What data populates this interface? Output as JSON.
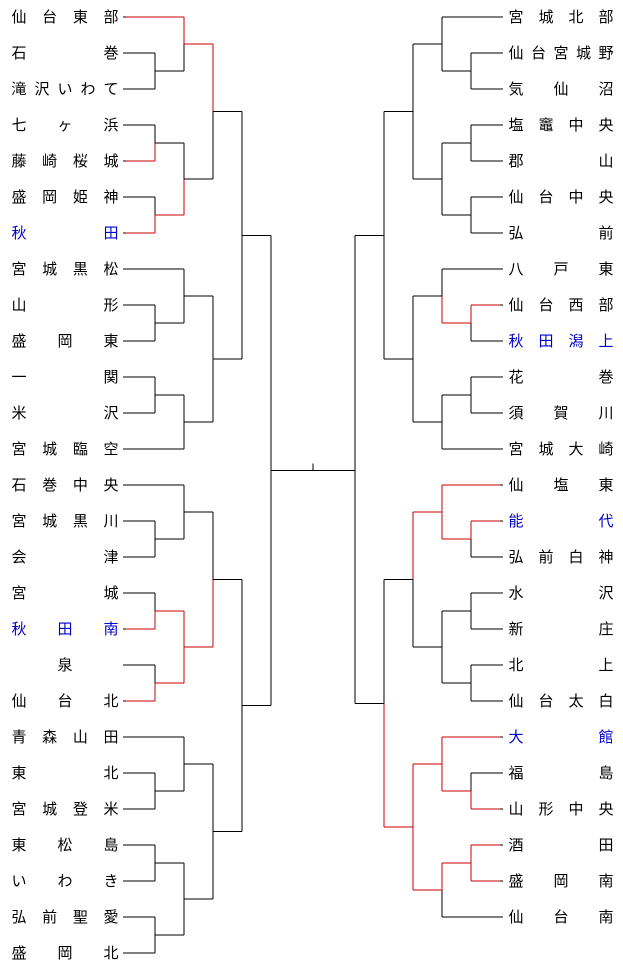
{
  "bracket": {
    "left_teams": [
      {
        "name": "仙台東部",
        "highlight": false
      },
      {
        "name": "石巻",
        "highlight": false
      },
      {
        "name": "滝沢いわて",
        "highlight": false
      },
      {
        "name": "七ヶ浜",
        "highlight": false
      },
      {
        "name": "藤崎桜城",
        "highlight": false
      },
      {
        "name": "盛岡姫神",
        "highlight": false
      },
      {
        "name": "秋田",
        "highlight": true
      },
      {
        "name": "宮城黒松",
        "highlight": false
      },
      {
        "name": "山形",
        "highlight": false
      },
      {
        "name": "盛岡東",
        "highlight": false
      },
      {
        "name": "一関",
        "highlight": false
      },
      {
        "name": "米沢",
        "highlight": false
      },
      {
        "name": "宮城臨空",
        "highlight": false
      },
      {
        "name": "石巻中央",
        "highlight": false
      },
      {
        "name": "宮城黒川",
        "highlight": false
      },
      {
        "name": "会津",
        "highlight": false
      },
      {
        "name": "宮城",
        "highlight": false
      },
      {
        "name": "秋田南",
        "highlight": true
      },
      {
        "name": "泉",
        "highlight": false
      },
      {
        "name": "仙台北",
        "highlight": false
      },
      {
        "name": "青森山田",
        "highlight": false
      },
      {
        "name": "東北",
        "highlight": false
      },
      {
        "name": "宮城登米",
        "highlight": false
      },
      {
        "name": "東松島",
        "highlight": false
      },
      {
        "name": "いわき",
        "highlight": false
      },
      {
        "name": "弘前聖愛",
        "highlight": false
      },
      {
        "name": "盛岡北",
        "highlight": false
      }
    ],
    "right_teams": [
      {
        "name": "宮城北部",
        "highlight": false
      },
      {
        "name": "仙台宮城野",
        "highlight": false
      },
      {
        "name": "気仙沼",
        "highlight": false
      },
      {
        "name": "塩竈中央",
        "highlight": false
      },
      {
        "name": "郡山",
        "highlight": false
      },
      {
        "name": "仙台中央",
        "highlight": false
      },
      {
        "name": "弘前",
        "highlight": false
      },
      {
        "name": "八戸東",
        "highlight": false
      },
      {
        "name": "仙台西部",
        "highlight": false
      },
      {
        "name": "秋田潟上",
        "highlight": true
      },
      {
        "name": "花巻",
        "highlight": false
      },
      {
        "name": "須賀川",
        "highlight": false
      },
      {
        "name": "宮城大崎",
        "highlight": false
      },
      {
        "name": "仙塩東",
        "highlight": false
      },
      {
        "name": "能代",
        "highlight": true
      },
      {
        "name": "弘前白神",
        "highlight": false
      },
      {
        "name": "水沢",
        "highlight": false
      },
      {
        "name": "新庄",
        "highlight": false
      },
      {
        "name": "北上",
        "highlight": false
      },
      {
        "name": "仙台太白",
        "highlight": false
      },
      {
        "name": "大館",
        "highlight": true
      },
      {
        "name": "福島",
        "highlight": false
      },
      {
        "name": "山形中央",
        "highlight": false
      },
      {
        "name": "酒田",
        "highlight": false
      },
      {
        "name": "盛岡南",
        "highlight": false
      },
      {
        "name": "仙台南",
        "highlight": false
      }
    ],
    "colors": {
      "line": "#000000",
      "winner_line": "#cc0000",
      "highlight_text": "#0000cc",
      "text": "#000000"
    }
  }
}
